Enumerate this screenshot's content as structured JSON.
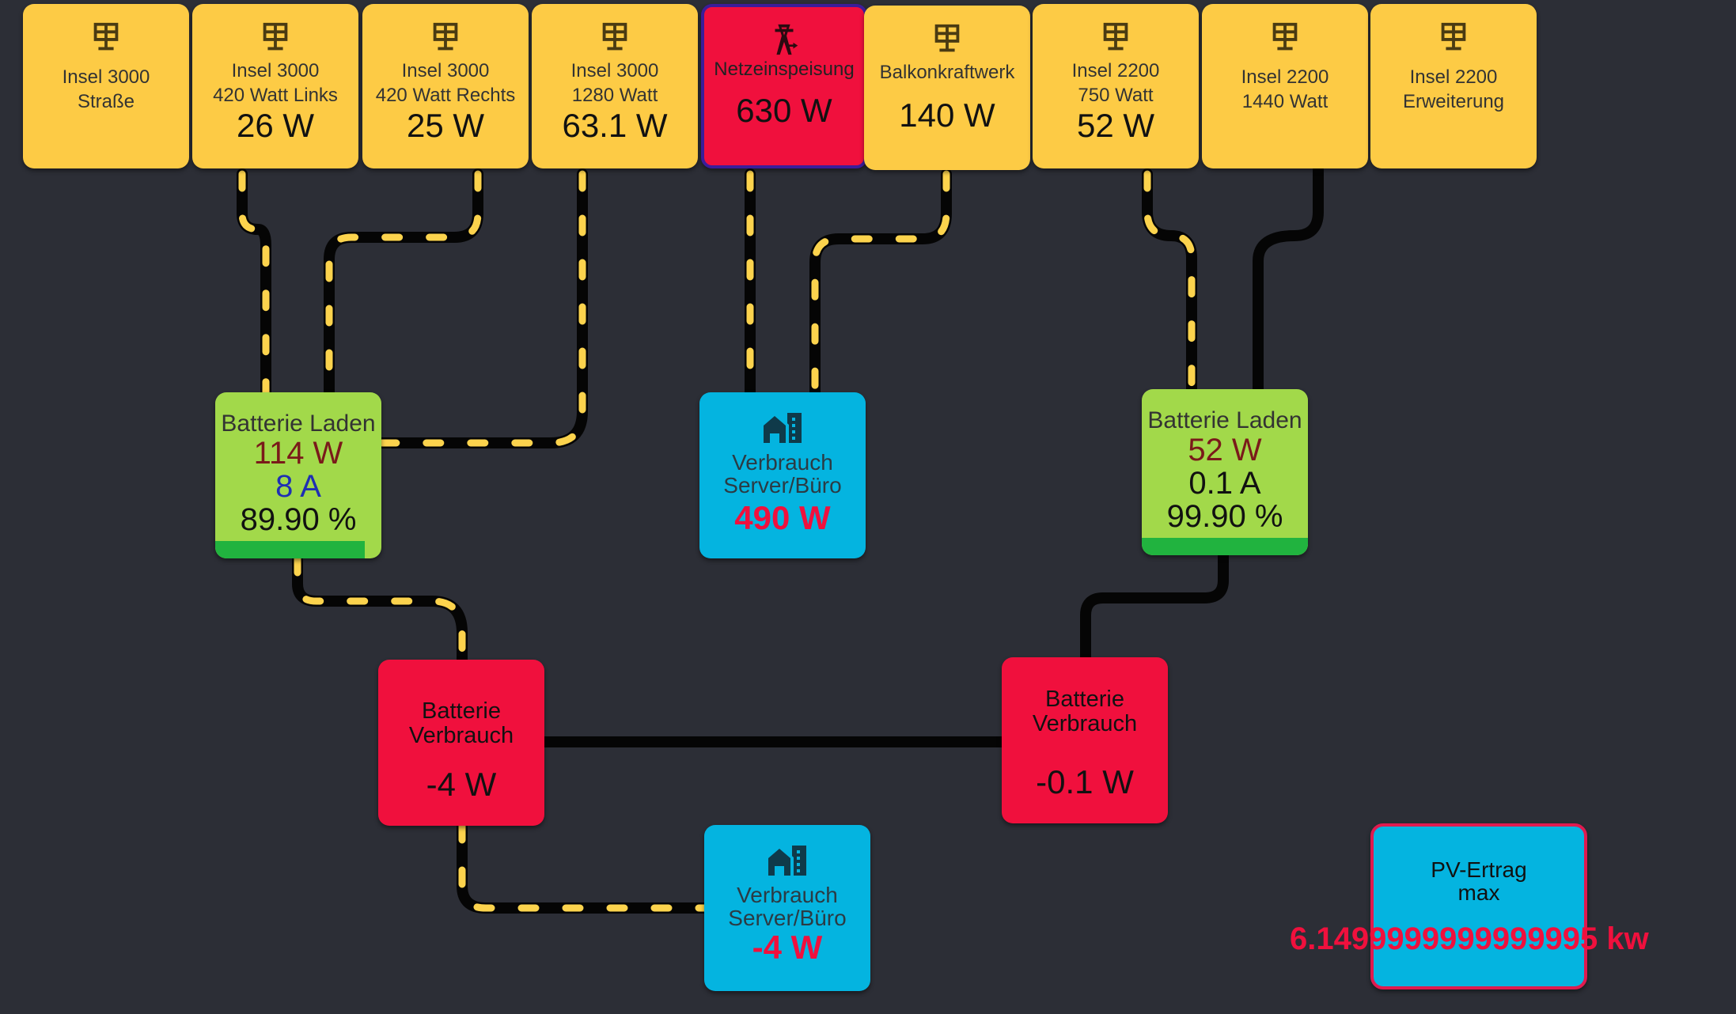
{
  "sources": [
    {
      "line1": "Insel 3000",
      "line2": "Straße",
      "value": ""
    },
    {
      "line1": "Insel 3000",
      "line2": "420 Watt Links",
      "value": "26 W"
    },
    {
      "line1": "Insel 3000",
      "line2": "420 Watt Rechts",
      "value": "25 W"
    },
    {
      "line1": "Insel 3000",
      "line2": "1280 Watt",
      "value": "63.1 W"
    },
    {
      "line1": "Netzeinspeisung",
      "line2": "",
      "value": "630 W"
    },
    {
      "line1": "Balkonkraftwerk",
      "line2": "",
      "value": "140 W"
    },
    {
      "line1": "Insel 2200",
      "line2": "750 Watt",
      "value": "52 W"
    },
    {
      "line1": "Insel 2200",
      "line2": "1440 Watt",
      "value": ""
    },
    {
      "line1": "Insel 2200",
      "line2": "Erweiterung",
      "value": ""
    }
  ],
  "battery_left": {
    "title": "Batterie Laden",
    "power": "114 W",
    "current": "8 A",
    "soc": "89.90 %",
    "soc_fraction": 0.899
  },
  "battery_right": {
    "title": "Batterie Laden",
    "power": "52 W",
    "current": "0.1 A",
    "soc": "99.90 %",
    "soc_fraction": 0.999
  },
  "consumer_top": {
    "line1": "Verbrauch",
    "line2": "Server/Büro",
    "value": "490 W"
  },
  "consumer_bottom": {
    "line1": "Verbrauch",
    "line2": "Server/Büro",
    "value": "-4 W"
  },
  "usage_left": {
    "line1": "Batterie",
    "line2": "Verbrauch",
    "value": "-4 W"
  },
  "usage_right": {
    "line1": "Batterie",
    "line2": "Verbrauch",
    "value": "-0.1 W"
  },
  "pv": {
    "line1": "PV-Ertrag",
    "line2": "max",
    "value": "6.1499999999999995 kw"
  },
  "colors": {
    "background": "#2c2e36",
    "source_tile": "#fdcb45",
    "grid_tile": "#f0103d",
    "battery_tile": "#a2d94a",
    "consumer_tile": "#04b4e0",
    "usage_tile": "#f0103d",
    "flow_line": "#050505",
    "flow_dash": "#fcd34d",
    "soc_bar": "#21b33f"
  },
  "icons": {
    "source": "solar-panel-icon",
    "grid": "transmission-tower-icon",
    "consumer": "home-city-icon"
  }
}
